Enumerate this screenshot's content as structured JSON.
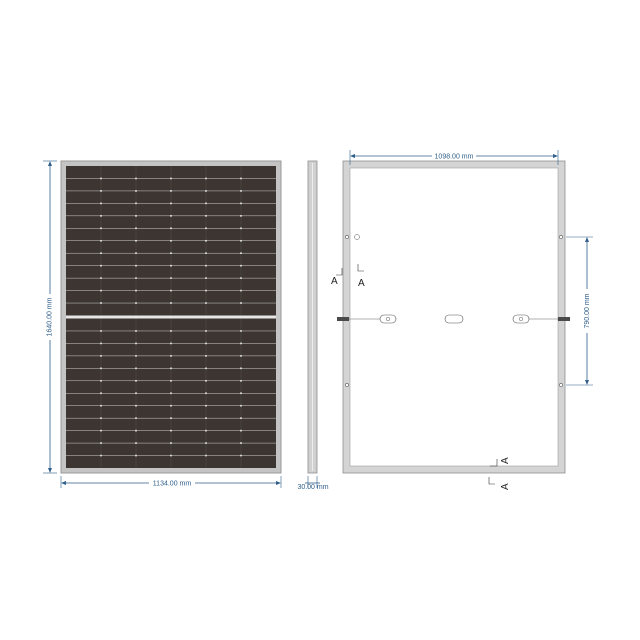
{
  "front_view": {
    "width_label": "1134.00 mm",
    "height_label": "1640.00 mm",
    "cells_per_row": 6,
    "cell_rows_per_half": 12,
    "halves": 2
  },
  "side_view": {
    "thickness_label": "30.00 mm"
  },
  "back_view": {
    "inner_width_label": "1098.00 mm",
    "mount_hole_spacing_label": "790.00 mm",
    "section_mark": "A"
  },
  "colors": {
    "dimension": "#2f5f8a",
    "frame": "#b8b8b8",
    "cell": "#3c3532",
    "outline": "#9a9a9a"
  }
}
